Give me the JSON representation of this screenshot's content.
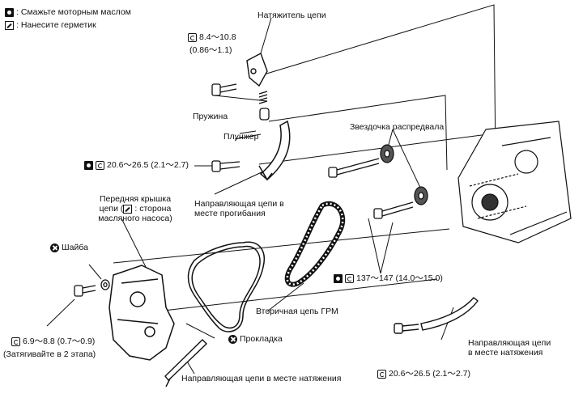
{
  "legend": {
    "oil_text": ": Смажьте моторным маслом",
    "sealant_text": ": Нанесите герметик"
  },
  "labels": {
    "tensioner": "Натяжитель цепи",
    "spring": "Пружина",
    "plunger": "Плунжер",
    "cam_sprocket": "Звездочка распредвала",
    "slack_guide_line1": "Направляющая цепи в",
    "slack_guide_line2": "месте прогибания",
    "front_cover_line1": "Передняя крышка",
    "front_cover_line2a": "цепи (",
    "front_cover_line2b": ": сторона",
    "front_cover_line3": "масляного насоса)",
    "washer": "Шайба",
    "secondary_chain": "Вторичная цепь ГРМ",
    "gasket": "Прокладка",
    "tension_guide_bottom": "Направляющая цепи в месте натяжения",
    "tension_guide_right_line1": "Направляющая цепи",
    "tension_guide_right_line2": "в месте натяжения",
    "tighten_note": "(Затягивайте в 2 этапа)"
  },
  "torques": {
    "tensioner_bolt_nm": "8.4～10.8",
    "tensioner_bolt_kgm": "(0.86～1.1)",
    "slack_guide_bolt": "20.6～26.5  (2.1～2.7)",
    "cam_bolt": "137～147  (14.0～15.0)",
    "cover_bolt_value": "6.9～8.8  (0.7～0.9)",
    "tension_guide_bolt": "20.6～26.5  (2.1～2.7)"
  },
  "icons": [
    "oil-icon",
    "sealant-icon",
    "torque-icon",
    "replace-icon"
  ]
}
